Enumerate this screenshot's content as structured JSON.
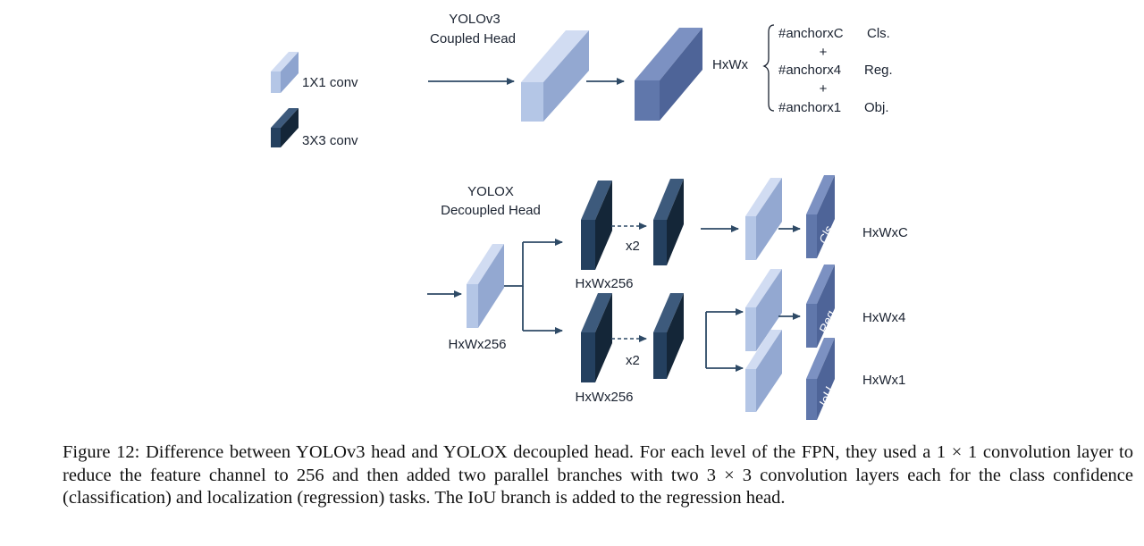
{
  "legend": {
    "conv1x1": "1X1 conv",
    "conv3x3": "3X3 conv"
  },
  "yolov3": {
    "title_line1": "YOLOv3",
    "title_line2": "Coupled Head",
    "output_dim": "HxWx",
    "outputs": [
      {
        "channels": "#anchorxC",
        "task": "Cls."
      },
      {
        "channels": "#anchorx4",
        "task": "Reg."
      },
      {
        "channels": "#anchorx1",
        "task": "Obj."
      }
    ],
    "plus": "+"
  },
  "yolox": {
    "title_line1": "YOLOX",
    "title_line2": "Decoupled Head",
    "stem_dim": "HxWx256",
    "branch_dim": "HxWx256",
    "repeat": "x2",
    "heads": [
      {
        "name": "Cls.",
        "output": "HxWxC"
      },
      {
        "name": "Reg.",
        "output": "HxWx4"
      },
      {
        "name": "IoU.",
        "output": "HxWx1"
      }
    ]
  },
  "colors": {
    "light_block": "#a9bde0",
    "mid_block": "#5f75a8",
    "dark_block": "#1f3550",
    "arrow": "#2e4a66"
  },
  "caption": "Figure 12: Difference between YOLOv3 head and YOLOX decoupled head. For each level of the FPN, they used a 1 × 1 convolution layer to reduce the feature channel to 256 and then added two parallel branches with two 3 × 3 convolution layers each for the class confidence (classification) and localization (regression) tasks. The IoU branch is added to the regression head."
}
